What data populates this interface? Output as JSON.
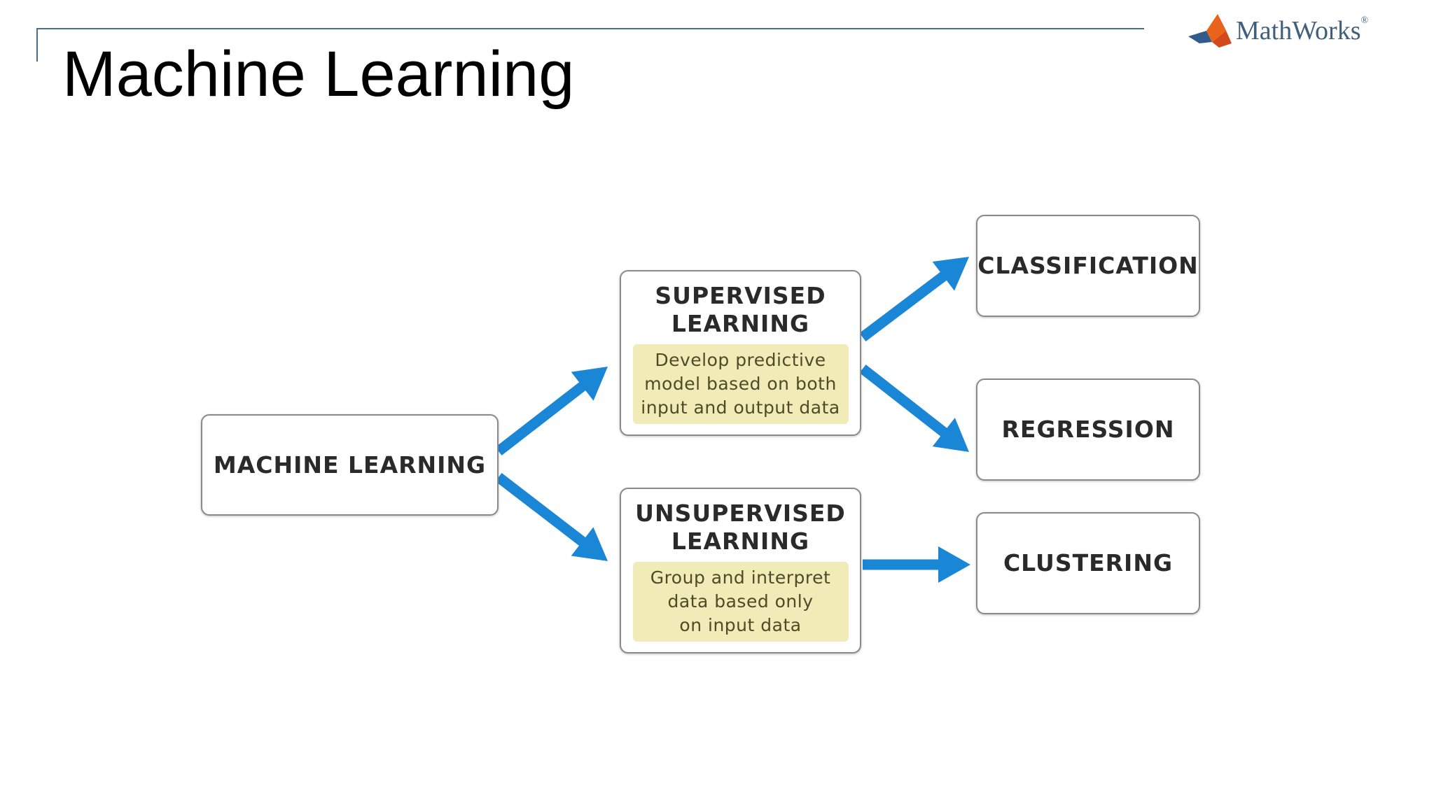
{
  "slide": {
    "title": "Machine Learning",
    "logo_text": "MathWorks",
    "logo_mark": "®"
  },
  "diagram": {
    "root": {
      "label": "MACHINE LEARNING"
    },
    "supervised": {
      "label": "SUPERVISED\nLEARNING",
      "description": "Develop predictive\nmodel based on both\ninput and output data"
    },
    "unsupervised": {
      "label": "UNSUPERVISED\nLEARNING",
      "description": "Group and interpret\ndata based only\non input data"
    },
    "classification": {
      "label": "CLASSIFICATION"
    },
    "regression": {
      "label": "REGRESSION"
    },
    "clustering": {
      "label": "CLUSTERING"
    }
  },
  "colors": {
    "arrow": "#1a86d6",
    "description_bg": "#f1ebb8",
    "rule": "#4a6d8c",
    "logo_text": "#3f5f7e",
    "logo_orange": "#e8641b",
    "logo_red": "#c23a18"
  }
}
